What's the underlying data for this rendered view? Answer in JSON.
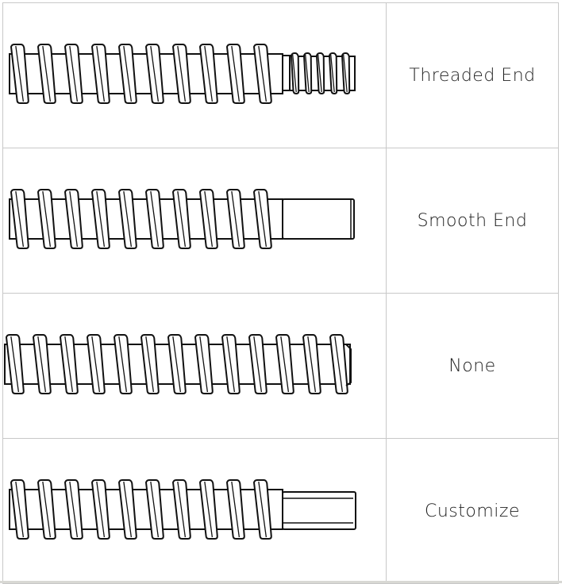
{
  "rows": [
    {
      "label": "Threaded End",
      "end_type": "threaded"
    },
    {
      "label": "Smooth End",
      "end_type": "smooth"
    },
    {
      "label": "None",
      "end_type": "none"
    },
    {
      "label": "Customize",
      "end_type": "hex"
    }
  ]
}
